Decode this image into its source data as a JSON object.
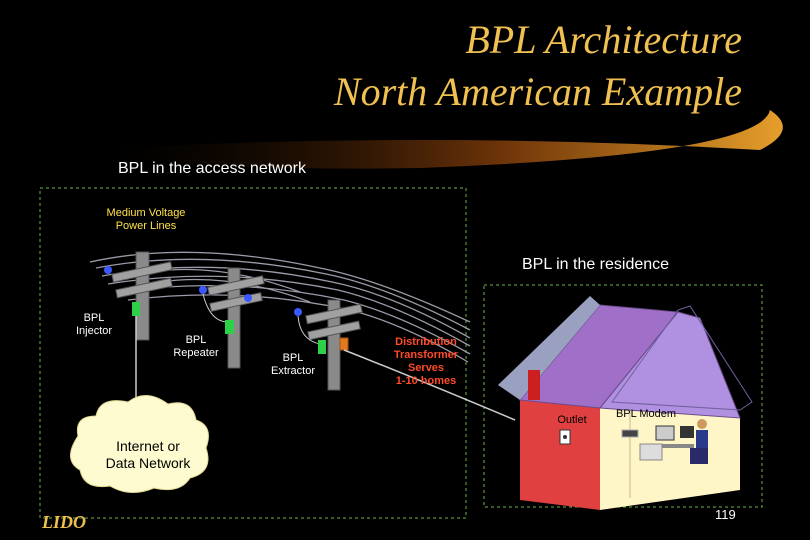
{
  "slide": {
    "title_line1": "BPL Architecture",
    "title_line2": "North American Example",
    "page_number": "119",
    "logo": "LIDO",
    "colors": {
      "background": "#000000",
      "title": "#f0c050",
      "box_border": "#6fb04a",
      "red_label": "#ff4a2a",
      "yellow_label": "#ffe14a"
    }
  },
  "access": {
    "heading": "BPL in the access network",
    "medium_voltage": [
      "Medium Voltage",
      "Power Lines"
    ],
    "injector": [
      "BPL",
      "Injector"
    ],
    "repeater": [
      "BPL",
      "Repeater"
    ],
    "extractor": [
      "BPL",
      "Extractor"
    ],
    "transformer": [
      "Distribution",
      "Transformer",
      "Serves",
      "1-10 homes"
    ],
    "cloud": [
      "Internet or",
      "Data Network"
    ]
  },
  "residence": {
    "heading": "BPL in the residence",
    "outlet": "Outlet",
    "modem": "BPL Modem"
  }
}
